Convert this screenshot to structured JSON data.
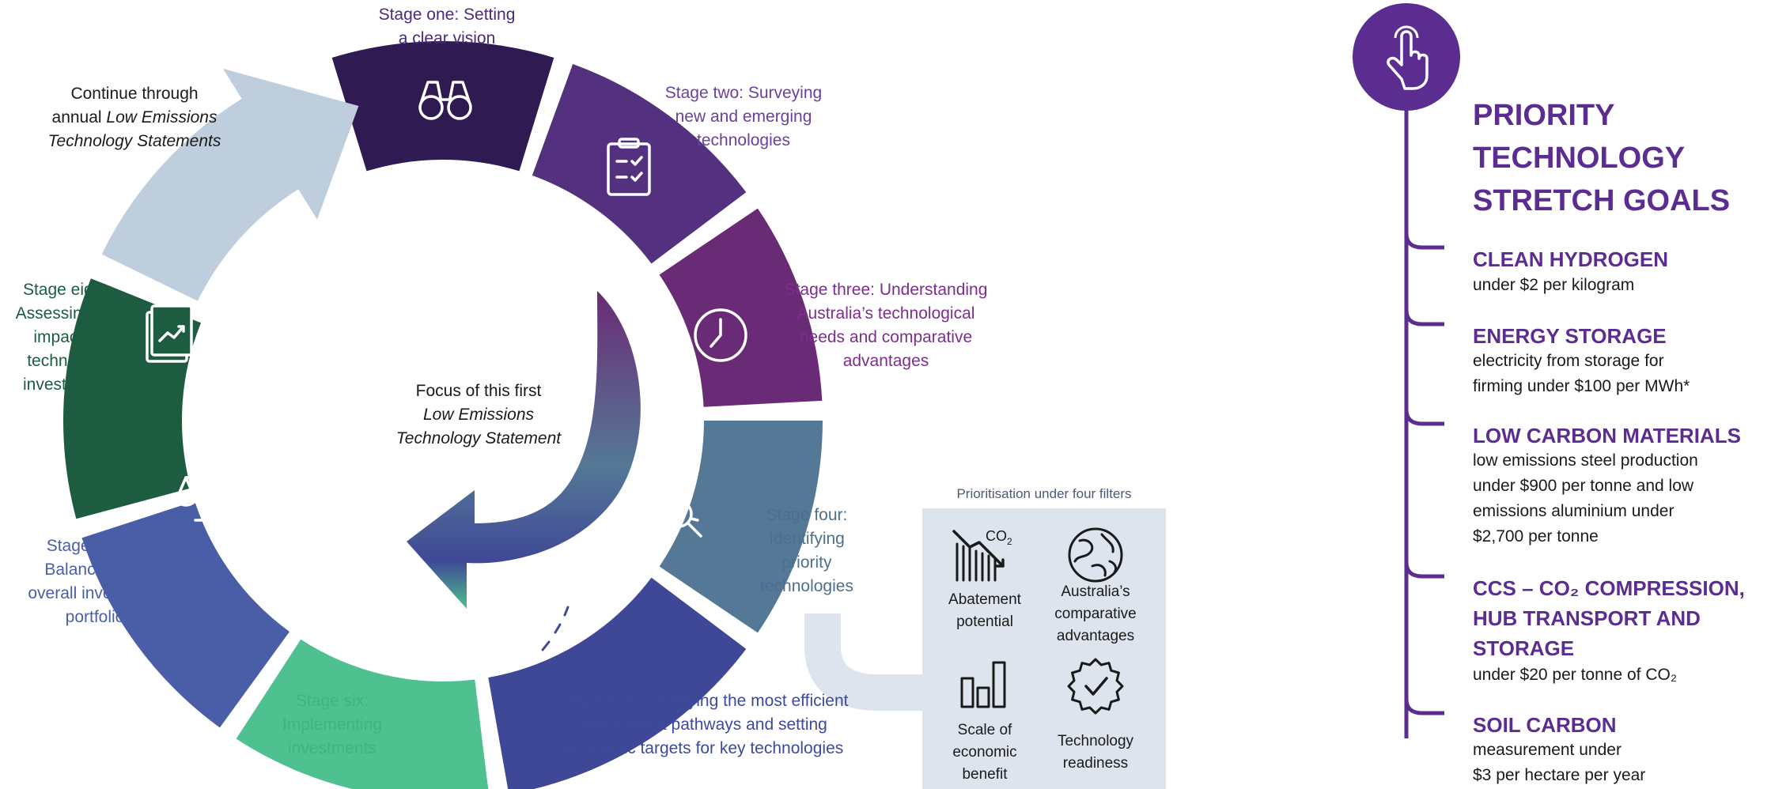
{
  "colors": {
    "stage1": "#2f1a52",
    "stage2": "#54317e",
    "stage3": "#6a2b76",
    "stage4": "#557896",
    "stage5": "#3f4896",
    "stage6": "#4fc08f",
    "stage7": "#4a5ea8",
    "stage8": "#1d5c40",
    "continue_arrow": "#bfcedc",
    "filter_panel": "#dde4ee",
    "goal_line": "#5c2d91"
  },
  "stages": [
    {
      "label_lines": [
        "Stage one: Setting",
        "a clear vision"
      ],
      "icon": "binoculars-icon"
    },
    {
      "label_lines": [
        "Stage two: Surveying",
        "new and emerging",
        "technologies"
      ],
      "icon": "clipboard-checklist-icon"
    },
    {
      "label_lines": [
        "Stage three: Understanding",
        "Australia’s technological",
        "needs and comparative",
        "advantages"
      ],
      "icon": "clock-icon"
    },
    {
      "label_lines": [
        "Stage four:",
        "Identifying",
        "priority",
        "technologies"
      ],
      "icon": "magnifier-icon"
    },
    {
      "label_lines": [
        "Stage five: Identifying the most efficient",
        "deployment pathways and setting",
        "economic targets for key technologies"
      ],
      "icon": "road-icon"
    },
    {
      "label_lines": [
        "Stage six:",
        "Implementing",
        "investments"
      ],
      "icon": "handshake-icon"
    },
    {
      "label_lines": [
        "Stage seven:",
        "Balancing the",
        "overall investment",
        "portfolio"
      ],
      "icon": "scales-icon"
    },
    {
      "label_lines": [
        "Stage eight:",
        "Assessing the",
        "impact of",
        "technology",
        "investments"
      ],
      "icon": "report-chart-icon"
    }
  ],
  "continue_label": {
    "line1": "Continue through",
    "line2_plain": "annual ",
    "line2_italic": "Low Emissions",
    "line3_italic": "Technology Statements"
  },
  "focus_label": {
    "line1": "Focus of this first",
    "line2_italic": "Low Emissions",
    "line3_italic": "Technology Statement"
  },
  "filters": {
    "heading": "Prioritisation under four filters",
    "co2_text": "CO",
    "co2_sub": "2",
    "items": [
      {
        "label_lines": [
          "Abatement",
          "potential"
        ],
        "icon": "co2-decline-chart-icon"
      },
      {
        "label_lines": [
          "Australia’s",
          "comparative",
          "advantages"
        ],
        "icon": "globe-icon"
      },
      {
        "label_lines": [
          "Scale of",
          "economic",
          "benefit"
        ],
        "icon": "bar-chart-icon"
      },
      {
        "label_lines": [
          "Technology",
          "readiness"
        ],
        "icon": "check-badge-icon"
      }
    ]
  },
  "priority": {
    "title_lines": [
      "PRIORITY",
      "TECHNOLOGY",
      "STRETCH GOALS"
    ],
    "icon": "pointing-hand-icon",
    "goals": [
      {
        "title_lines": [
          "CLEAN HYDROGEN"
        ],
        "desc_lines": [
          "under $2 per kilogram"
        ]
      },
      {
        "title_lines": [
          "ENERGY STORAGE"
        ],
        "desc_lines": [
          "electricity from storage for",
          "firming under $100 per MWh*"
        ]
      },
      {
        "title_lines": [
          "LOW CARBON MATERIALS"
        ],
        "desc_lines": [
          "low emissions steel production",
          "under $900 per tonne and low",
          "emissions aluminium under",
          "$2,700 per tonne"
        ]
      },
      {
        "title_lines": [
          "CCS – CO₂ COMPRESSION,",
          "HUB TRANSPORT AND",
          "STORAGE"
        ],
        "desc_lines": [
          "under $20 per tonne of CO₂"
        ]
      },
      {
        "title_lines": [
          "SOIL CARBON"
        ],
        "desc_lines": [
          "measurement under",
          "$3 per hectare per year"
        ]
      }
    ]
  }
}
